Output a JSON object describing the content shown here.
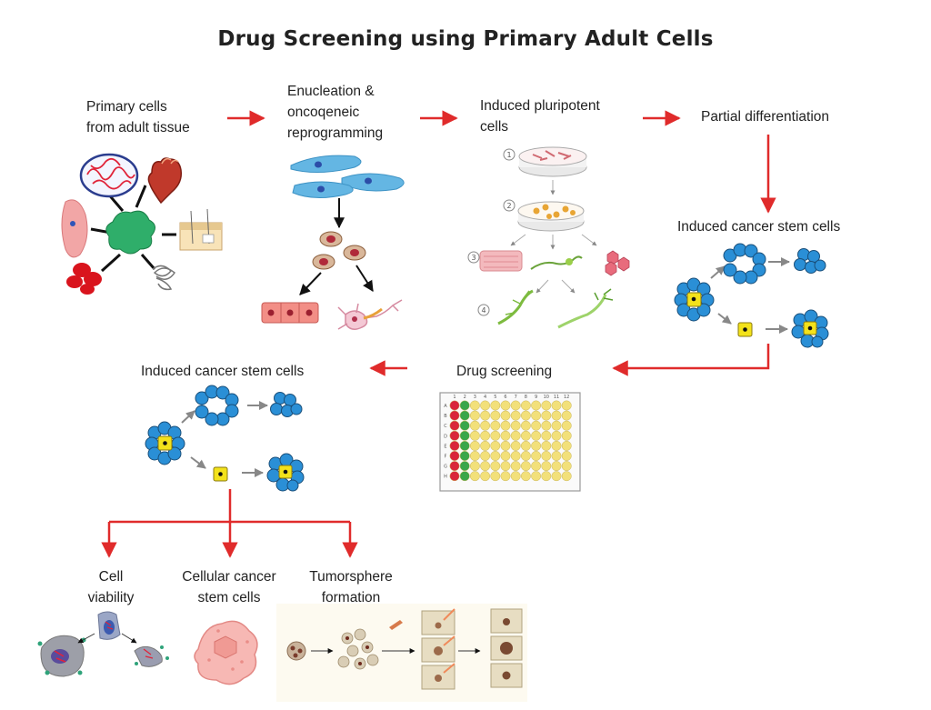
{
  "title": "Drug Screening using Primary Adult Cells",
  "steps": {
    "primary": "Primary cells\nfrom adult tissue",
    "enucleation": "Enucleation &\noncoqeneic\nreprogramming",
    "ipsc": "Induced pluripotent\ncells",
    "partial": "Partial differentiation",
    "icsc_right": "Induced cancer stem cells",
    "drug": "Drug screening",
    "icsc_left": "Induced cancer stem cells"
  },
  "outcomes": {
    "viability": "Cell\nviability",
    "cellular": "Cellular cancer\nstem cells",
    "tumor": "Tumorsphere\nformation"
  },
  "ipsc_steps": [
    "1",
    "2",
    "3",
    "4"
  ],
  "plate": {
    "rows": [
      "A",
      "B",
      "C",
      "D",
      "E",
      "F",
      "G",
      "H"
    ],
    "cols": [
      "1",
      "2",
      "3",
      "4",
      "5",
      "6",
      "7",
      "8",
      "9",
      "10",
      "11",
      "12"
    ]
  },
  "colors": {
    "arrow": "#e02b2b",
    "cell_blue": "#2a8fd6",
    "cell_yellow": "#f3e21b",
    "well_yellow": "#f2e07a",
    "well_red": "#d9263a",
    "well_green": "#3aa64a"
  }
}
